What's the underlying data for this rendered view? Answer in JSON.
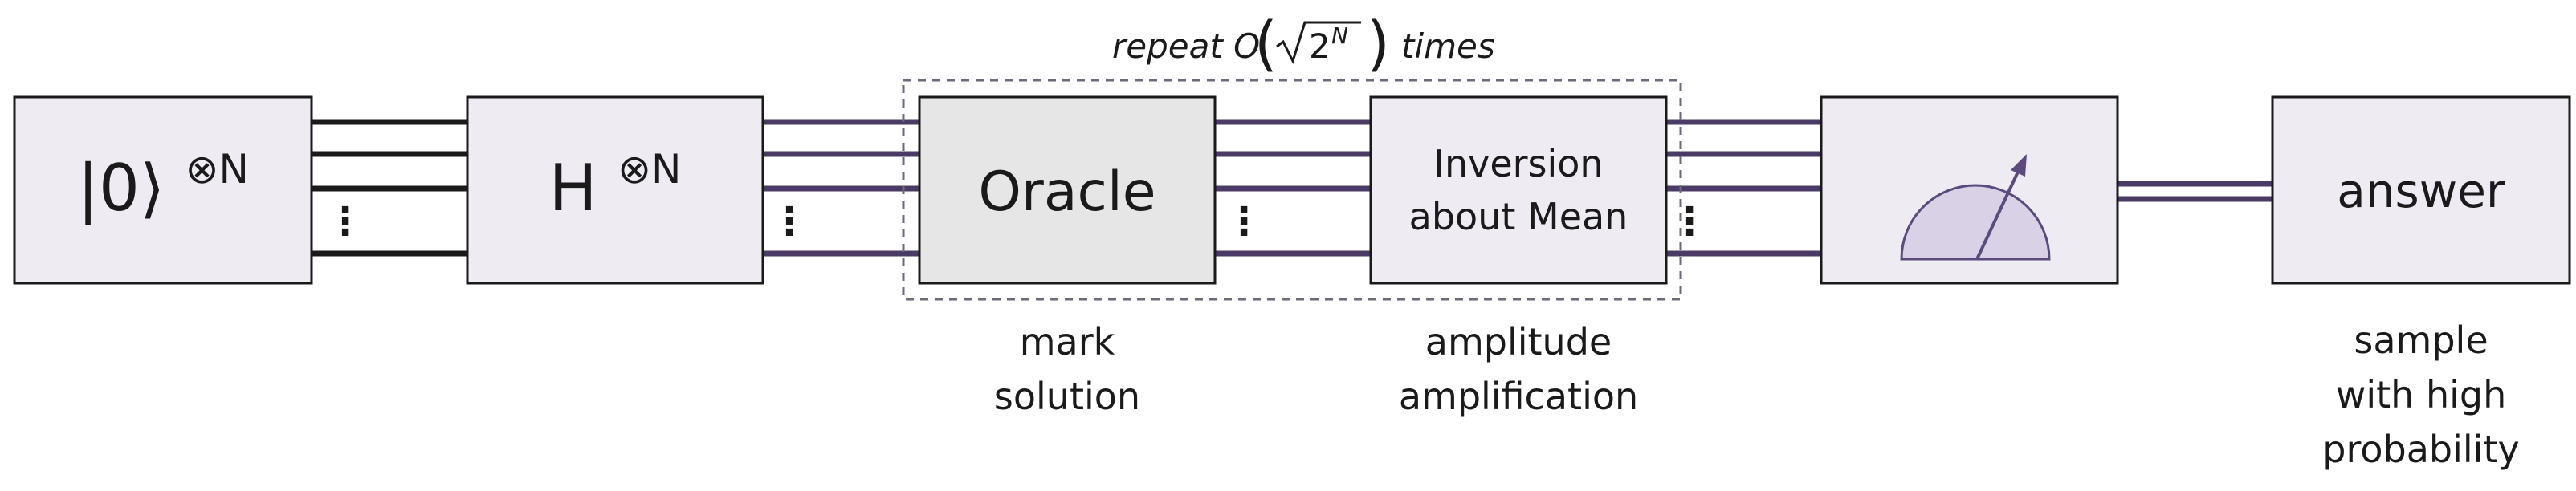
{
  "colors": {
    "box_fill": "#eeebf3",
    "oracle_fill": "#e6e6e6",
    "box_stroke": "#1a1a1a",
    "wire_black": "#1a1a1a",
    "wire_purple": "#4a3b66",
    "meter_fill": "#d9d2e6",
    "meter_stroke": "#5b4a7d"
  },
  "repeat_label": {
    "prefix": "repeat O",
    "radicand": "2",
    "exponent": "N",
    "suffix": "times"
  },
  "boxes": {
    "init": {
      "base": "|0⟩",
      "sup": "⊗N"
    },
    "hadamard": {
      "base": "H",
      "sup": "⊗N"
    },
    "oracle": {
      "label": "Oracle"
    },
    "inversion": {
      "line1": "Inversion",
      "line2": "about Mean"
    },
    "measure": {
      "icon": "meter-icon"
    },
    "answer": {
      "label": "answer"
    }
  },
  "ellipsis": "⋮",
  "captions": {
    "oracle": [
      "mark",
      "solution"
    ],
    "inversion": [
      "amplitude",
      "amplification"
    ],
    "answer": [
      "sample",
      "with high",
      "probability"
    ]
  }
}
